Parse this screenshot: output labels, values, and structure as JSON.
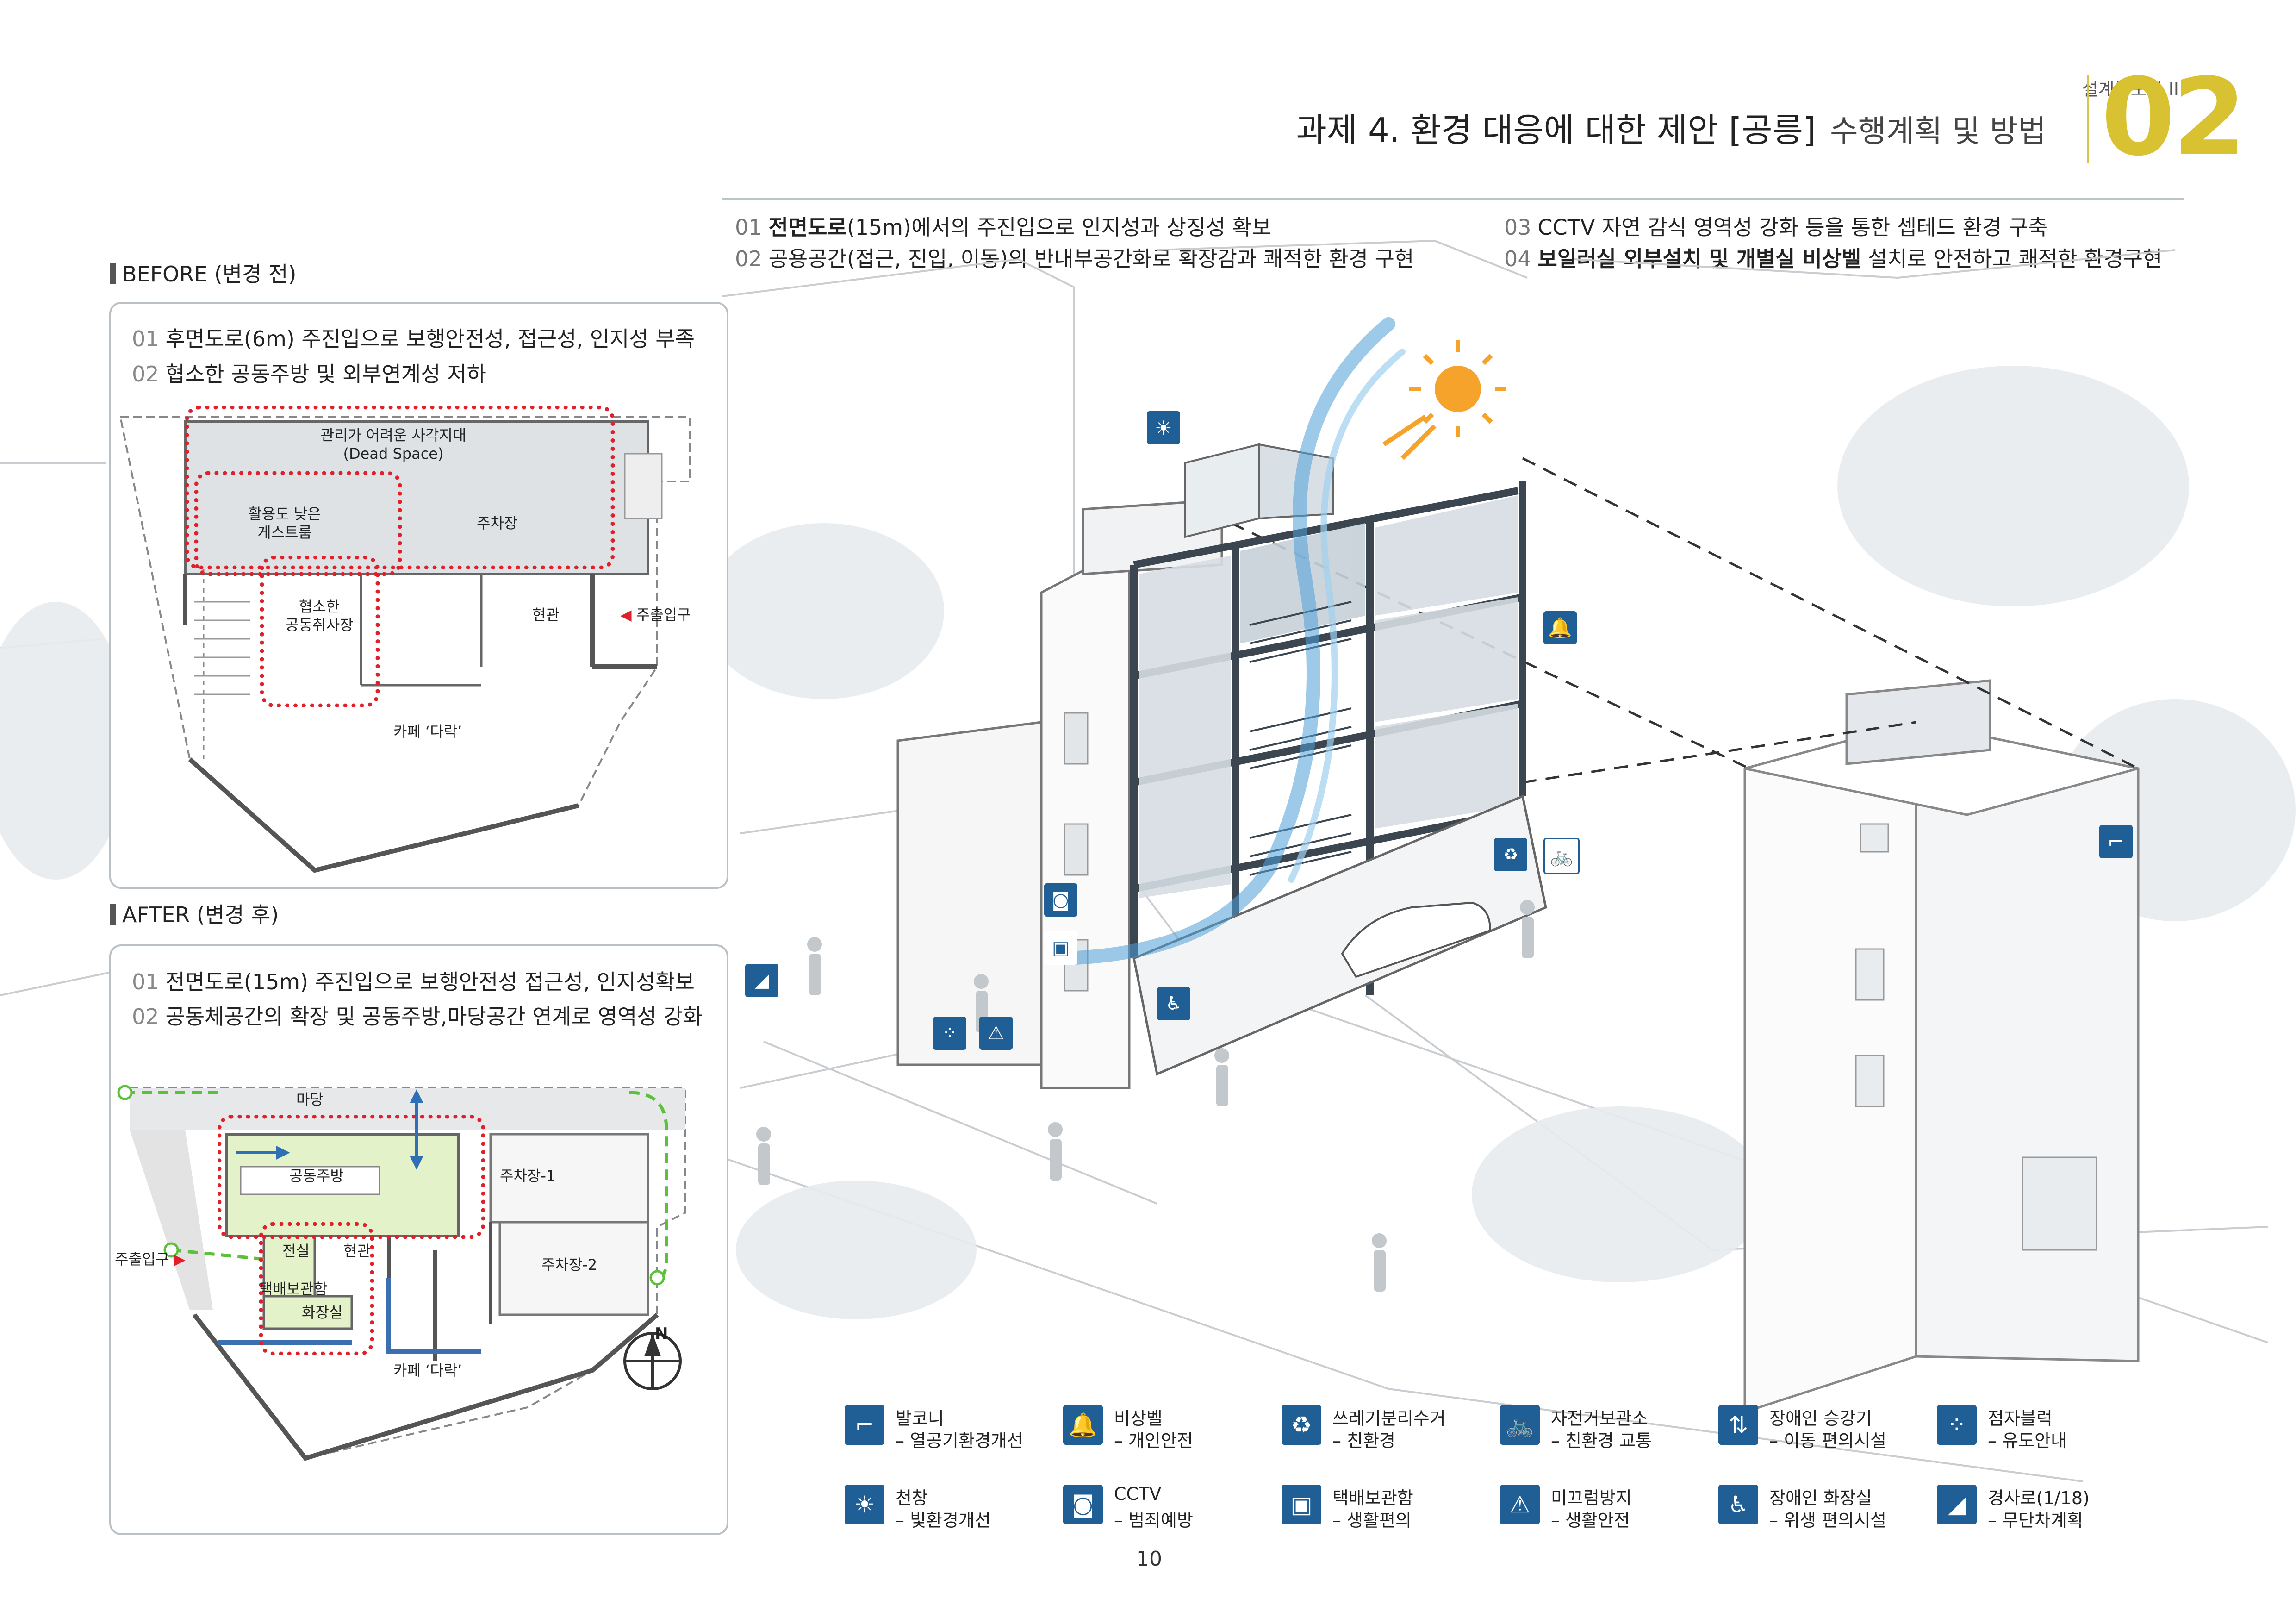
{
  "header": {
    "series": "설계공모안 II",
    "title": "과제 4. 환경 대응에 대한 제안 [공릉]",
    "subtitle": "수행계획 및 방법",
    "number": "02"
  },
  "objectives": [
    {
      "num": "01",
      "bold": "전면도로",
      "text": "(15m)에서의 주진입으로 인지성과 상징성 확보"
    },
    {
      "num": "02",
      "bold": "",
      "text": "공용공간(접근, 진입, 이동)의 반내부공간화로 확장감과 쾌적한 환경 구현"
    },
    {
      "num": "03",
      "bold": "",
      "text": "CCTV 자연 감식 영역성 강화 등을 통한 셉테드 환경 구축"
    },
    {
      "num": "04",
      "bold": "보일러실 외부설치 및 개별실 비상벨",
      "text": " 설치로 안전하고 쾌적한 환경구현"
    }
  ],
  "before": {
    "label": "BEFORE (변경 전)",
    "points": [
      {
        "num": "01",
        "text": "후면도로(6m) 주진입으로 보행안전성, 접근성, 인지성 부족"
      },
      {
        "num": "02",
        "text": "협소한 공동주방 및 외부연계성 저하"
      }
    ],
    "rooms": {
      "dead_space": "관리가 어려운 사각지대\n(Dead Space)",
      "guest_room": "활용도 낮은\n게스트룸",
      "parking": "주차장",
      "kitchen": "협소한\n공동취사장",
      "lobby": "현관",
      "entrance": "주출입구",
      "cafe": "카페 ‘다락’"
    }
  },
  "after": {
    "label": "AFTER (변경 후)",
    "points": [
      {
        "num": "01",
        "text": "전면도로(15m) 주진입으로 보행안전성 접근성, 인지성확보"
      },
      {
        "num": "02",
        "text": "공동체공간의 확장 및 공동주방,마당공간 연계로 영역성 강화"
      }
    ],
    "rooms": {
      "yard": "마당",
      "kitchen": "공동주방",
      "parking1": "주차장-1",
      "electric": "전실",
      "lobby": "현관",
      "parking2": "주차장-2",
      "entrance": "주출입구",
      "parcel": "택배보관함",
      "toilet": "화장실",
      "cafe": "카페 ‘다락’"
    },
    "north": "N"
  },
  "legend": [
    {
      "icon": "balcony-icon",
      "glyph": "⌐",
      "title": "발코니",
      "desc": "– 열공기환경개선"
    },
    {
      "icon": "emergency-bell-icon",
      "glyph": "🔔",
      "title": "비상벨",
      "desc": "– 개인안전"
    },
    {
      "icon": "waste-sorting-icon",
      "glyph": "♻",
      "title": "쓰레기분리수거",
      "desc": "– 친환경"
    },
    {
      "icon": "bicycle-icon",
      "glyph": "🚲",
      "title": "자전거보관소",
      "desc": "– 친환경 교통"
    },
    {
      "icon": "accessible-lift-icon",
      "glyph": "⇅",
      "title": "장애인 승강기",
      "desc": "– 이동 편의시설"
    },
    {
      "icon": "tactile-block-icon",
      "glyph": "⁘",
      "title": "점자블럭",
      "desc": "– 유도안내"
    },
    {
      "icon": "skylight-icon",
      "glyph": "☀",
      "title": "천창",
      "desc": "– 빛환경개선"
    },
    {
      "icon": "cctv-icon",
      "glyph": "◙",
      "title": "CCTV",
      "desc": "– 범죄예방"
    },
    {
      "icon": "parcel-box-icon",
      "glyph": "▣",
      "title": "택배보관함",
      "desc": "– 생활편의"
    },
    {
      "icon": "anti-slip-icon",
      "glyph": "⚠",
      "title": "미끄럼방지",
      "desc": "– 생활안전"
    },
    {
      "icon": "accessible-toilet-icon",
      "glyph": "♿",
      "title": "장애인 화장실",
      "desc": "– 위생 편의시설"
    },
    {
      "icon": "ramp-icon",
      "glyph": "◢",
      "title": "경사로(1/18)",
      "desc": "– 무단차계획"
    }
  ],
  "page_number": "10",
  "colors": {
    "accent": "#d9c232",
    "icon_blue": "#1f5f96",
    "highlight_red": "#e0202a",
    "flow_green": "#5cc03a"
  }
}
